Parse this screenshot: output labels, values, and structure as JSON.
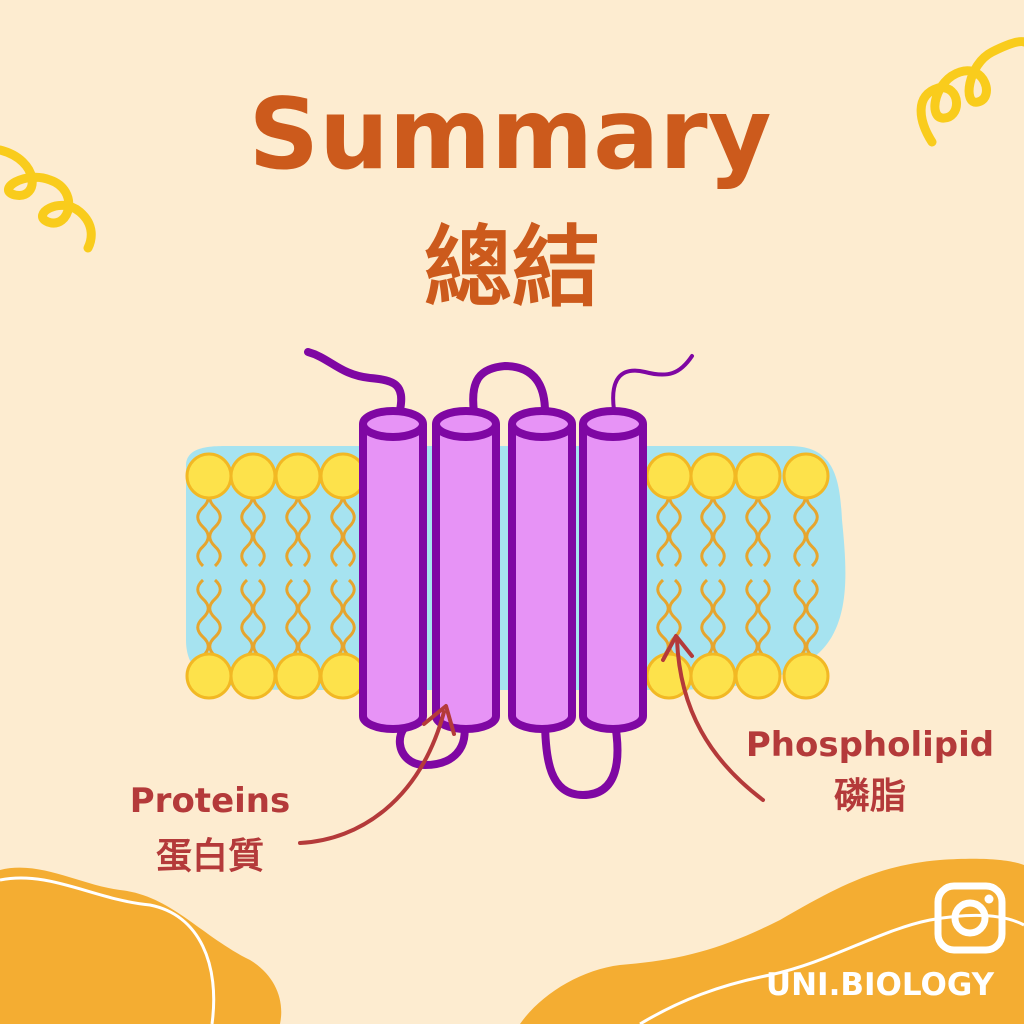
{
  "header": {
    "title": "Summary",
    "subtitle": "總結"
  },
  "labels": {
    "proteins_en": "Proteins",
    "proteins_zh": "蛋白質",
    "phospholipid_en": "Phospholipid",
    "phospholipid_zh": "磷脂"
  },
  "branding": {
    "handle": "UNI.BIOLOGY",
    "icon": "instagram-icon"
  },
  "colors": {
    "background": "#fdecd0",
    "title": "#cc5a1c",
    "label": "#b43a3a",
    "cytoplasm": "#a6e3f0",
    "lipid_head": "#fde24b",
    "lipid_head_stroke": "#f2b824",
    "lipid_tail": "#e6a52e",
    "protein_fill": "#e793f6",
    "protein_stroke": "#7f07a3",
    "blob": "#f4ad32",
    "squiggle": "#f9cc1c"
  }
}
